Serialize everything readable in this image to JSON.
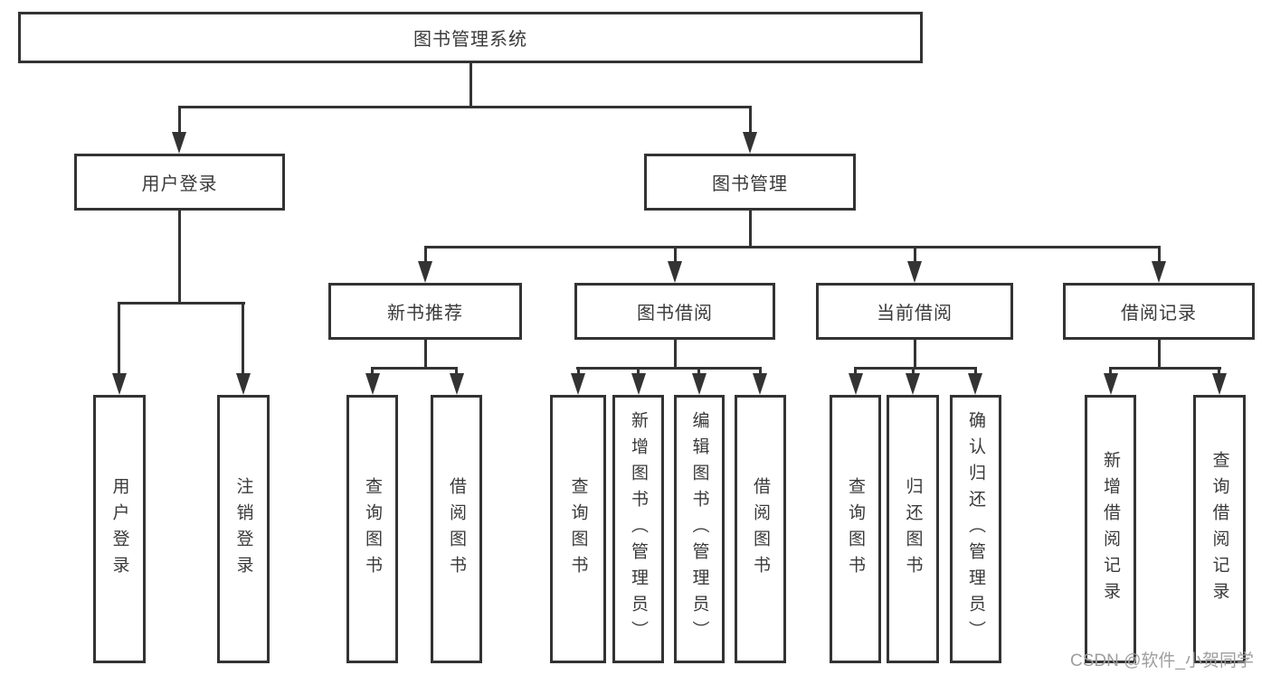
{
  "diagram": {
    "type": "hierarchy-tree",
    "root": {
      "label": "图书管理系统",
      "children": [
        {
          "label": "用户登录",
          "children": [
            {
              "label": "用户登录"
            },
            {
              "label": "注销登录"
            }
          ]
        },
        {
          "label": "图书管理",
          "children": [
            {
              "label": "新书推荐",
              "children": [
                {
                  "label": "查询图书"
                },
                {
                  "label": "借阅图书"
                }
              ]
            },
            {
              "label": "图书借阅",
              "children": [
                {
                  "label": "查询图书"
                },
                {
                  "label": "新增图书（管理员）"
                },
                {
                  "label": "编辑图书（管理员）"
                },
                {
                  "label": "借阅图书"
                }
              ]
            },
            {
              "label": "当前借阅",
              "children": [
                {
                  "label": "查询图书"
                },
                {
                  "label": "归还图书"
                },
                {
                  "label": "确认归还（管理员）"
                }
              ]
            },
            {
              "label": "借阅记录",
              "children": [
                {
                  "label": "新增借阅记录"
                },
                {
                  "label": "查询借阅记录"
                }
              ]
            }
          ]
        }
      ]
    }
  },
  "watermark": {
    "text": "CSDN @软件_小贺同学"
  },
  "colors": {
    "line": "#333333",
    "text": "#3a3a3a",
    "background": "#ffffff",
    "watermark": "#9e9e9e"
  }
}
